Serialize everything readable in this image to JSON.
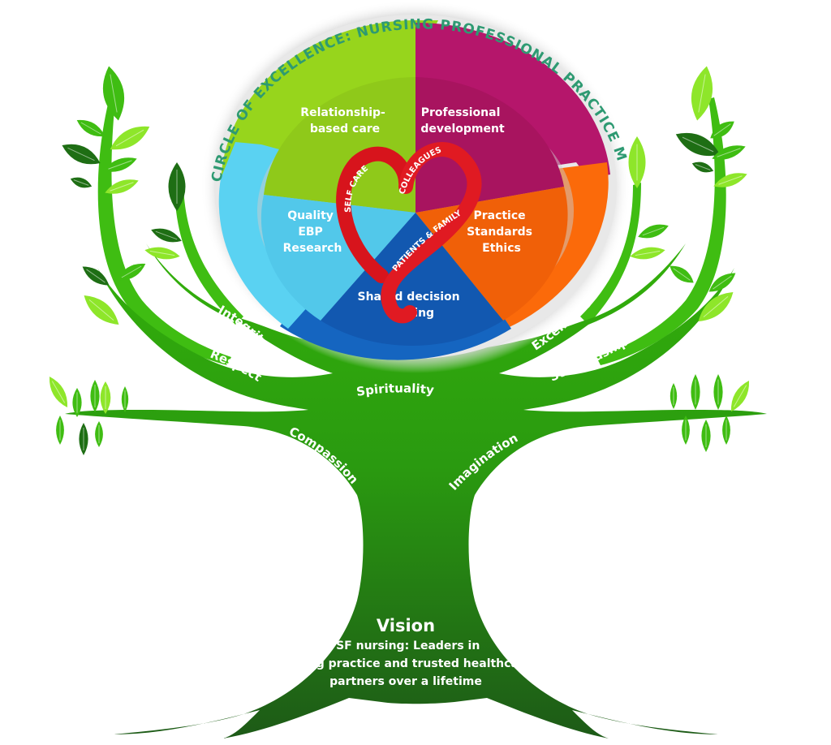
{
  "title": "CIRCLE OF EXCELLENCE: NURSING PROFESSIONAL PRACTICE MODEL",
  "colors": {
    "title_text": "#2e9a72",
    "green_segment": "#97d51c",
    "magenta_segment": "#b5166b",
    "orange_segment": "#fb6a0a",
    "dark_blue_segment": "#1565c0",
    "light_blue_segment": "#5ad2f2",
    "ribbon": "#d7141c",
    "tree_top": "#2fa60a",
    "tree_bottom": "#1f5c18",
    "leaf_light": "#8ee62a",
    "leaf_mid": "#3fbd12",
    "leaf_dark": "#1e6e14"
  },
  "segments": [
    {
      "id": "relationship",
      "lines": [
        "Relationship-",
        "based care"
      ]
    },
    {
      "id": "professional",
      "lines": [
        "Professional",
        "development"
      ]
    },
    {
      "id": "practice",
      "lines": [
        "Practice",
        "Standards",
        "Ethics"
      ]
    },
    {
      "id": "shared",
      "lines": [
        "Shared decision",
        "making"
      ]
    },
    {
      "id": "quality",
      "lines": [
        "Quality",
        "EBP",
        "Research"
      ]
    }
  ],
  "ribbon": {
    "self_care": "SELF CARE",
    "colleagues": "COLLEAGUES",
    "patients_family": "PATIENTS & FAMILY"
  },
  "values": {
    "integrity": "Integrity",
    "respect": "Respect",
    "spirituality": "Spirituality",
    "compassion": "Compassion",
    "excellence": "Excellence",
    "stewardship": "Stewardship",
    "imagination": "Imagination"
  },
  "vision": {
    "title": "Vision",
    "lines": [
      "PSF nursing: Leaders in",
      "nursing practice and trusted healthcare",
      "partners over a lifetime"
    ]
  }
}
